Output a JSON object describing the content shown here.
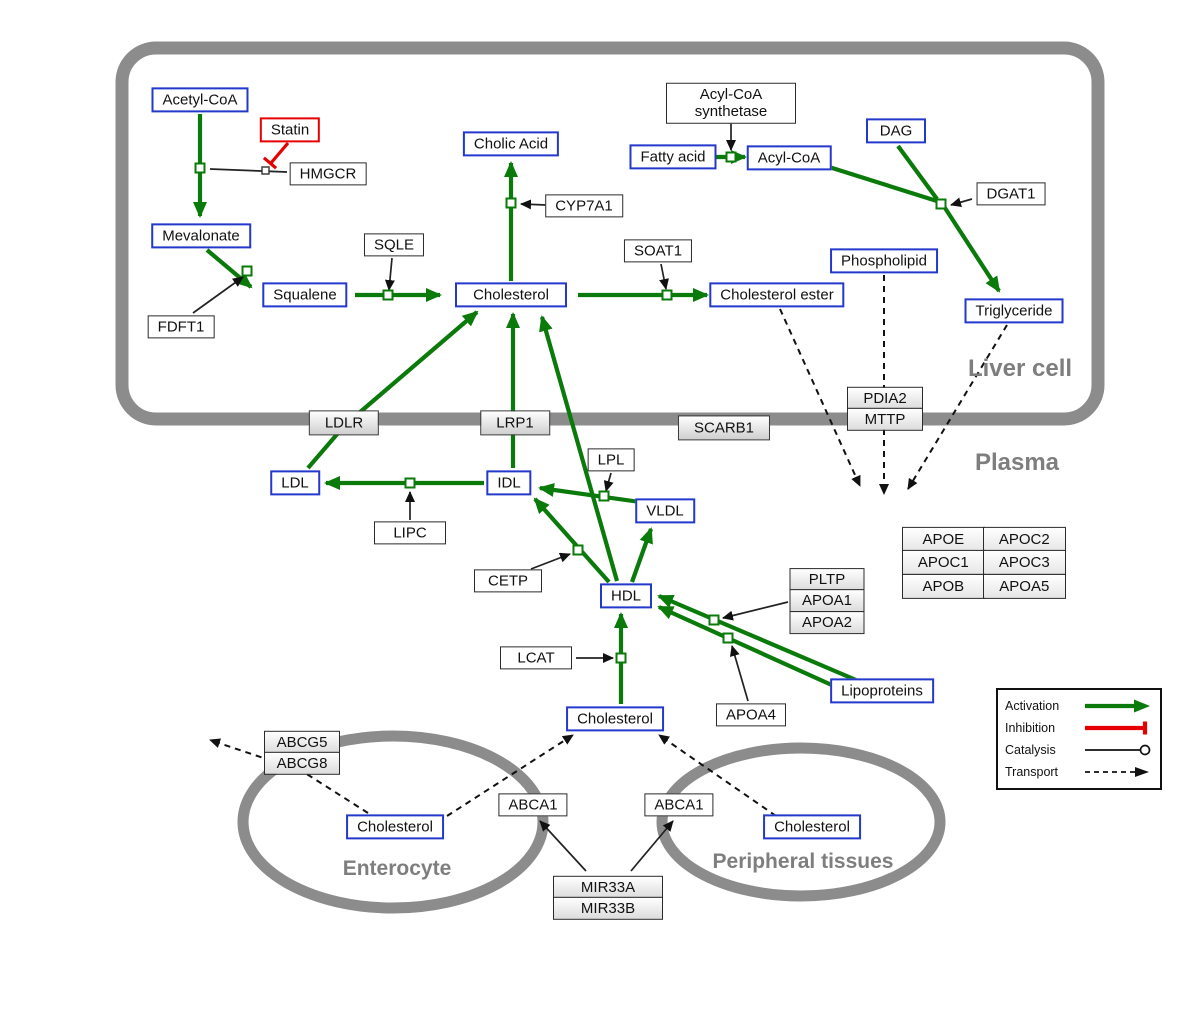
{
  "colors": {
    "activation_green": "#0a7a0a",
    "inhibition_red": "#e60000",
    "metabolite_border_blue": "#2438cc",
    "membrane_gray": "#8c8c8c",
    "region_label_gray": "#7e7e7e"
  },
  "regions": {
    "liver": "Liver cell",
    "plasma": "Plasma",
    "enterocyte": "Enterocyte",
    "peripheral": "Peripheral tissues"
  },
  "nodes": {
    "acetyl_coa": "Acetyl-CoA",
    "statin": "Statin",
    "hmgcr": "HMGCR",
    "mevalonate": "Mevalonate",
    "sqle": "SQLE",
    "squalene": "Squalene",
    "fdft1": "FDFT1",
    "cholic_acid": "Cholic Acid",
    "cyp7a1": "CYP7A1",
    "cholesterol_liver": "Cholesterol",
    "soat1": "SOAT1",
    "cholesterol_ester": "Cholesterol ester",
    "acyl_coa_synthetase": "Acyl-CoA\nsynthetase",
    "fatty_acid": "Fatty acid",
    "acyl_coa": "Acyl-CoA",
    "dag": "DAG",
    "dgat1": "DGAT1",
    "phospholipid": "Phospholipid",
    "triglyceride": "Triglyceride",
    "ldlr": "LDLR",
    "lrp1": "LRP1",
    "scarb1": "SCARB1",
    "ldl": "LDL",
    "idl": "IDL",
    "lipc": "LIPC",
    "lpl": "LPL",
    "vldl": "VLDL",
    "cetp": "CETP",
    "hdl": "HDL",
    "lcat": "LCAT",
    "apoa4": "APOA4",
    "lipoproteins": "Lipoproteins",
    "cholesterol_plasma": "Cholesterol",
    "abca1_left": "ABCA1",
    "abca1_right": "ABCA1",
    "cholesterol_enterocyte": "Cholesterol",
    "cholesterol_peripheral": "Cholesterol"
  },
  "stacks": {
    "pdia2_mttp": [
      "PDIA2",
      "MTTP"
    ],
    "abcg": [
      "ABCG5",
      "ABCG8"
    ],
    "pltp_group": [
      "PLTP",
      "APOA1",
      "APOA2"
    ],
    "mir33": [
      "MIR33A",
      "MIR33B"
    ]
  },
  "apo_table": [
    [
      "APOE",
      "APOC2"
    ],
    [
      "APOC1",
      "APOC3"
    ],
    [
      "APOB",
      "APOA5"
    ]
  ],
  "legend": {
    "activation": "Activation",
    "inhibition": "Inhibition",
    "catalysis": "Catalysis",
    "transport": "Transport"
  }
}
